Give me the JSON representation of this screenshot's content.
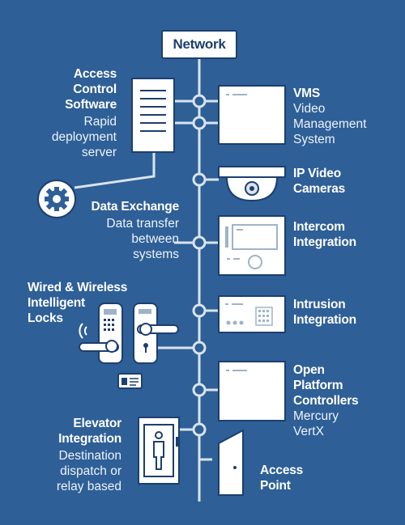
{
  "network": "Network",
  "nodes": {
    "access_control": {
      "title": [
        "Access",
        "Control",
        "Software"
      ],
      "subtitle": [
        "Rapid",
        "deployment",
        "server"
      ]
    },
    "vms": {
      "title": [
        "VMS"
      ],
      "subtitle": [
        "Video",
        "Management",
        "System"
      ]
    },
    "ip_video": {
      "title": [
        "IP Video",
        "Cameras"
      ]
    },
    "data_exchange": {
      "title": [
        "Data Exchange"
      ],
      "subtitle": [
        "Data transfer",
        "between",
        "systems"
      ]
    },
    "intercom": {
      "title": [
        "Intercom",
        "Integration"
      ]
    },
    "locks": {
      "title": [
        "Wired & Wireless",
        "Intelligent",
        "Locks"
      ]
    },
    "intrusion": {
      "title": [
        "Intrusion",
        "Integration"
      ]
    },
    "controllers": {
      "title": [
        "Open",
        "Platform",
        "Controllers"
      ],
      "subtitle": [
        "Mercury",
        "VertX"
      ]
    },
    "elevator": {
      "title": [
        "Elevator",
        "Integration"
      ],
      "subtitle": [
        "Destination",
        "dispatch or",
        "relay based"
      ]
    },
    "access_point": {
      "title": [
        "Access",
        "Point"
      ]
    }
  },
  "colors": {
    "background": "#2e5f97",
    "line": "#d9e4f0",
    "device_fill": "#ffffff",
    "device_stroke": "#1c3f6e",
    "dark": "#1c3f6e"
  }
}
